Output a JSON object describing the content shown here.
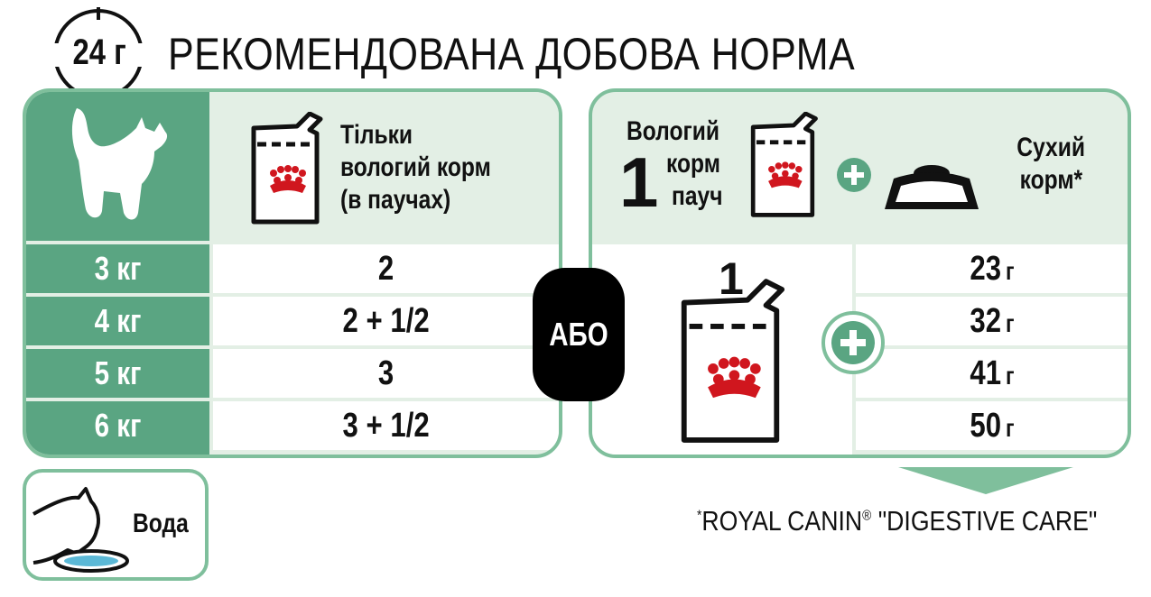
{
  "header": {
    "portion": "24 г",
    "title": "РЕКОМЕНДОВАНА ДОБОВА НОРМА"
  },
  "left_panel": {
    "column_header": "Тільки вологий корм (в паучах)",
    "column_header_lines": [
      "Тільки",
      "вологий корм",
      "(в паучах)"
    ],
    "rows": [
      {
        "weight": "3 кг",
        "value": "2"
      },
      {
        "weight": "4 кг",
        "value": "2 + 1/2"
      },
      {
        "weight": "5 кг",
        "value": "3"
      },
      {
        "weight": "6 кг",
        "value": "3 + 1/2"
      }
    ]
  },
  "or_label": "АБО",
  "right_panel": {
    "wet_lines": [
      "Вологий",
      "корм",
      "пауч"
    ],
    "wet_count": "1",
    "dry_lines": [
      "Сухий",
      "корм*"
    ],
    "pouch_count": "1",
    "grams": [
      {
        "value": "23",
        "unit": "г"
      },
      {
        "value": "32",
        "unit": "г"
      },
      {
        "value": "41",
        "unit": "г"
      },
      {
        "value": "50",
        "unit": "г"
      }
    ]
  },
  "water": {
    "label": "Вода"
  },
  "footnote": {
    "asterisk": "*",
    "brand": "ROYAL CANIN",
    "reg": "®",
    "product": " \"DIGESTIVE CARE\""
  },
  "colors": {
    "accent_green": "#5aa582",
    "light_green": "#e3efe5",
    "border_green": "#7fbf9c",
    "crown_red": "#d0161e",
    "badge_black": "#000000"
  },
  "icons": [
    "stopwatch-icon",
    "cat-icon",
    "pouch-icon",
    "plus-icon",
    "bowl-icon",
    "drinking-cat-icon",
    "arrow-down-icon"
  ]
}
